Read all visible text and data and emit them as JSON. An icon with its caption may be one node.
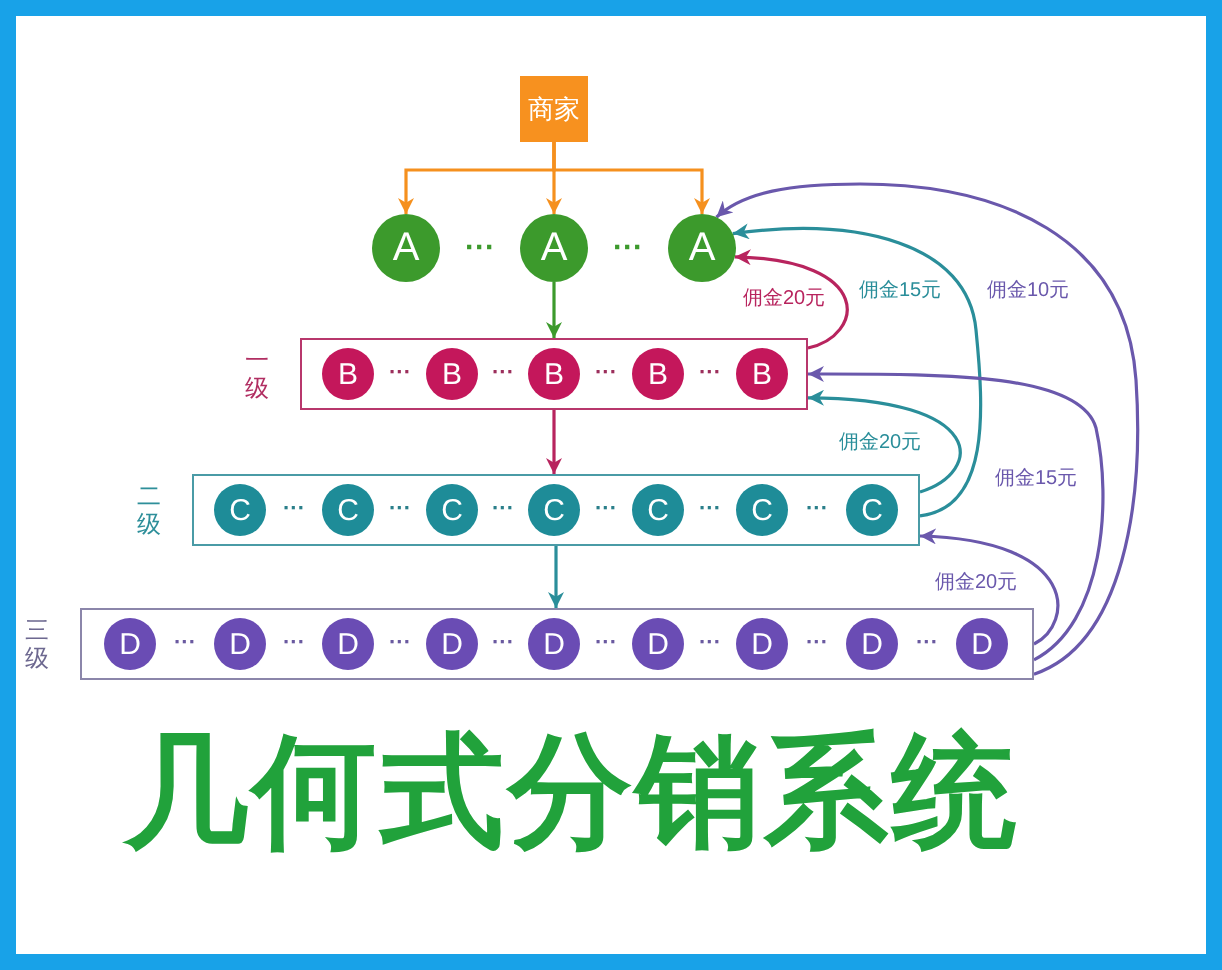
{
  "diagram": {
    "title": "几何式分销系统",
    "nodes": [
      {
        "text": [
          "商家"
        ]
      },
      {
        "text": [
          "A"
        ]
      },
      {
        "text": [
          "A"
        ]
      },
      {
        "text": [
          "A"
        ]
      },
      {
        "text": [
          "一级"
        ]
      },
      {
        "text": [
          "B"
        ],
        "in": 4
      },
      {
        "text": [
          "B"
        ],
        "in": 4
      },
      {
        "text": [
          "B"
        ],
        "in": 4
      },
      {
        "text": [
          "B"
        ],
        "in": 4
      },
      {
        "text": [
          "B"
        ],
        "in": 4
      },
      {
        "text": [
          "二级"
        ]
      },
      {
        "text": [
          "C"
        ],
        "in": 10
      },
      {
        "text": [
          "C"
        ],
        "in": 10
      },
      {
        "text": [
          "C"
        ],
        "in": 10
      },
      {
        "text": [
          "C"
        ],
        "in": 10
      },
      {
        "text": [
          "C"
        ],
        "in": 10
      },
      {
        "text": [
          "C"
        ],
        "in": 10
      },
      {
        "text": [
          "C"
        ],
        "in": 10
      },
      {
        "text": [
          "三级"
        ]
      },
      {
        "text": [
          "D"
        ],
        "in": 18
      },
      {
        "text": [
          "D"
        ],
        "in": 18
      },
      {
        "text": [
          "D"
        ],
        "in": 18
      },
      {
        "text": [
          "D"
        ],
        "in": 18
      },
      {
        "text": [
          "D"
        ],
        "in": 18
      },
      {
        "text": [
          "D"
        ],
        "in": 18
      },
      {
        "text": [
          "D"
        ],
        "in": 18
      },
      {
        "text": [
          "D"
        ],
        "in": 18
      },
      {
        "text": [
          "D"
        ],
        "in": 18
      }
    ],
    "edges": [
      {
        "from": 0,
        "to": 1,
        "arrow": "to",
        "color": "#f5901e"
      },
      {
        "from": 0,
        "to": 2,
        "arrow": "to",
        "color": "#f5901e"
      },
      {
        "from": 0,
        "to": 3,
        "arrow": "to",
        "color": "#f5901e"
      },
      {
        "from": 2,
        "to": 4,
        "arrow": "to",
        "color": "#3c9a2c"
      },
      {
        "from": 4,
        "to": 10,
        "arrow": "to",
        "color": "#b8245e"
      },
      {
        "from": 10,
        "to": 18,
        "arrow": "to",
        "color": "#2a8e9a"
      },
      {
        "from": 4,
        "to": 3,
        "arrow": "to",
        "label": "佣金20元",
        "color": "#b8245e"
      },
      {
        "from": 10,
        "to": 3,
        "arrow": "to",
        "label": "佣金15元",
        "color": "#2a8e9a"
      },
      {
        "from": 18,
        "to": 3,
        "arrow": "to",
        "label": "佣金10元",
        "color": "#6a58ac"
      },
      {
        "from": 10,
        "to": 4,
        "arrow": "to",
        "label": "佣金20元",
        "color": "#2a8e9a"
      },
      {
        "from": 18,
        "to": 4,
        "arrow": "to",
        "label": "佣金15元",
        "color": "#6a58ac"
      },
      {
        "from": 18,
        "to": 10,
        "arrow": "to",
        "label": "佣金20元",
        "color": "#6a58ac"
      }
    ],
    "labels": [
      "···",
      "···",
      "···",
      "···",
      "···",
      "···",
      "···",
      "···",
      "···",
      "···",
      "···",
      "···",
      "···",
      "···",
      "···",
      "···",
      "···",
      "···",
      "···",
      "···"
    ]
  }
}
